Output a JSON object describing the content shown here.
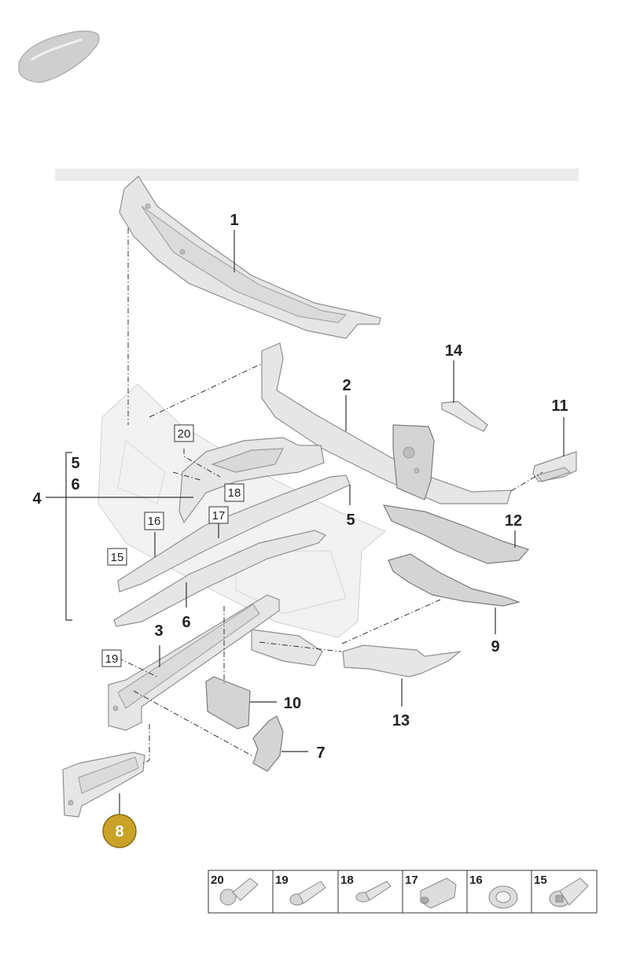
{
  "callouts": {
    "c1": "1",
    "c2": "2",
    "c3": "3",
    "c4": "4",
    "c5a": "5",
    "c6a": "6",
    "c5b": "5",
    "c6b": "6",
    "c7": "7",
    "c9": "9",
    "c10": "10",
    "c11": "11",
    "c12": "12",
    "c13": "13",
    "c14": "14"
  },
  "boxed": {
    "b15": "15",
    "b16": "16",
    "b17": "17",
    "b18": "18",
    "b19": "19",
    "b20": "20"
  },
  "badge": {
    "label": "8",
    "color": "#c9a227"
  },
  "legend": [
    {
      "number": "20",
      "icon": "ball-stud-icon"
    },
    {
      "number": "19",
      "icon": "rivet-pin-icon"
    },
    {
      "number": "18",
      "icon": "stud-bolt-icon"
    },
    {
      "number": "17",
      "icon": "hex-rivet-nut-icon"
    },
    {
      "number": "16",
      "icon": "flange-rivet-nut-icon"
    },
    {
      "number": "15",
      "icon": "blind-rivet-nut-icon"
    }
  ],
  "colors": {
    "part_fill": "#e6e6e6",
    "part_shade": "#d4d4d4",
    "line": "#333333"
  }
}
